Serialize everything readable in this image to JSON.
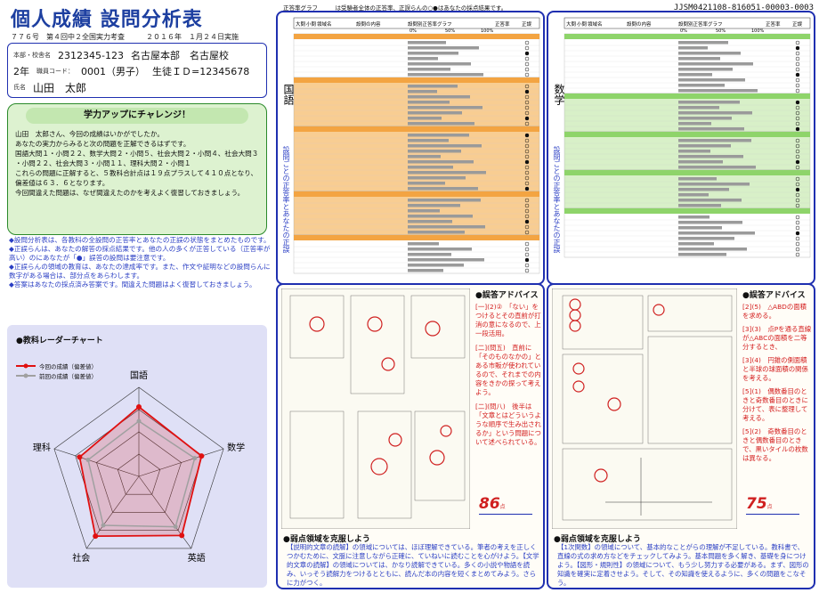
{
  "header": {
    "title_a": "個人成績",
    "title_b": "設問分析表",
    "exam_line": "７７６号　第４回中２全国実力考査　　　２０１６年　１月２４日実施",
    "code": "JJSM0421108-816051-00003-0003",
    "graph_legend": "正答率グラフ　　　は受験者全体の正答率、正誤らんの○●はあなたの採点結果です。"
  },
  "student": {
    "school_label": "本部・校舎名",
    "school_id": "2312345-123",
    "school_name": "名古屋本部　名古屋校",
    "grade": "2年",
    "user_code_label": "職員コード：",
    "user_code": "0001（男子）",
    "student_id": "生徒ＩＤ=12345678",
    "name_label": "氏名",
    "name": "山田　太郎"
  },
  "challenge": {
    "title": "学力アップにチャレンジ！",
    "lines": [
      "山田　太郎さん、今回の成績はいかがでしたか。",
      "あなたの実力からみると次の問題を正解できるはずです。",
      "国語大問１・小問２２、数学大問２・小問５、社会大問２・小問４、社会大問３",
      "・小問２２、社会大問３・小問１１、理科大問２・小問１",
      "これらの問題に正解すると、５教科合計点は１９点プラスして４１０点となり、",
      "偏差値は６３．６となります。",
      "今回間違えた問題は、なぜ間違えたのかを考えよく復習しておきましょう。"
    ]
  },
  "notes": [
    "◆設問分析表は、各教科の全設問の正答率とあなたの正誤の状態をまとめたものです。",
    "◆正誤らんは、あなたの解答の採点結果です。他の人の多くが正答している（正答率が高い）のにあなたが「●」誤答の設問は要注意です。",
    "◆正誤らんの領域の教育は、あなたの達成率です。また、作文や証明などの設問らんに数字がある場合は、部分点をあらわします。",
    "◆答案はあなたの採点済み答案です。間違えた問題はよく復習しておきましょう。"
  ],
  "radar": {
    "title": "●教科レーダーチャート",
    "legend_now": "今回の成績（偏差値）",
    "legend_prev": "前回の成績（偏差値）",
    "axes": [
      "国語",
      "数学",
      "英語",
      "社会",
      "理科"
    ],
    "now": [
      0.78,
      0.74,
      0.82,
      0.83,
      0.7
    ],
    "prev": [
      0.62,
      0.66,
      0.7,
      0.68,
      0.6
    ],
    "color_now": "#e01010",
    "color_prev": "#a0a0a0"
  },
  "jp": {
    "subject": "国語",
    "vertical": "設問ごとの正答率とあなたの正誤",
    "advice_title": "●誤答アドバイス",
    "advice": [
      "[一](2)②　「ない」をつけるとその直前が打消の意になるので、上一段活用。",
      "[二](問五)　直前に「そのものなかの」とある市販が使われているので、それまでの内容をきかの探って考えよう。",
      "[二](問八)　後半は「文章とはどういうような順序で生み出されるか」という問題について述べられている。"
    ],
    "score": "86",
    "score_unit": "点",
    "weak_title": "●弱点領域を克服しよう",
    "weak": "【説明的文章の読解】の領域については、ほぼ理解できている。筆者の考えを正しくつかむために、文脈に注意しながら正確に、ていねいに読むことを心がけよう。【文学的文章の読解】の領域については、かなり読解できている。多くの小説や物語を読み、いっそう読解力をつけるとともに、読んだ本の内容を短くまとめてみよう。さらに力がつく。",
    "headers": [
      "大問",
      "小問",
      "領域名",
      "設問の内容",
      "設問別正答率グラフ",
      "正答率",
      "正誤"
    ],
    "axis": [
      "0%",
      "50%",
      "100%"
    ]
  },
  "math": {
    "subject": "数学",
    "vertical": "設問ごとの正答率とあなたの正誤",
    "advice_title": "●誤答アドバイス",
    "advice": [
      "[2](5)　△ABDの面積を求める。",
      "[3](3)　点Pを通る直線が△ABCの面積を二等分するとき、",
      "[3](4)　円錐の側面積と半球の球面積の関係を考える。",
      "[5](1)　偶数番目のときと奇数番目のときに分けて、表に整理して考える。",
      "[5](2)　奇数番目のときと偶数番目のときで、黒いタイルの枚数は異なる。"
    ],
    "score": "75",
    "score_unit": "点",
    "weak_title": "●弱点領域を克服しよう",
    "weak": "【1次関数】の領域について、基本的なことがらの理解が不足している。教科書で、直線の式の求め方などをチェックしてみよう。基本問題を多く解き、基礎を身につけよう。【図形・規則性】の領域について、もう少し努力する必要がある。まず、図形の知識を確実に定着させよう。そして、その知識を使えるように、多くの問題をこなそう。",
    "headers": [
      "大問",
      "小問",
      "領域名",
      "設問の内容",
      "設問別正答率グラフ",
      "正答率",
      "正誤"
    ],
    "axis": [
      "0%",
      "50%",
      "100%"
    ]
  }
}
